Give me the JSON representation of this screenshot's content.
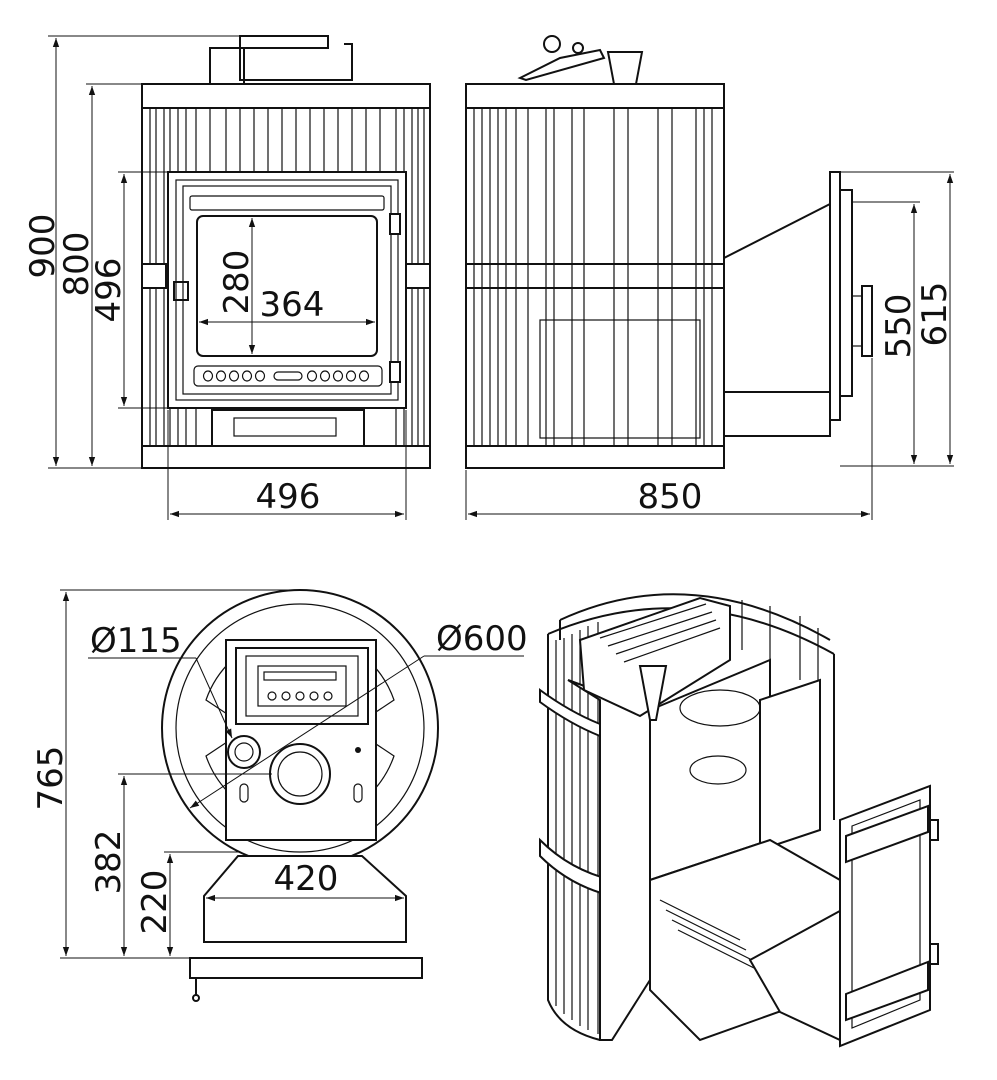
{
  "front_view": {
    "dim_height_total": "900",
    "dim_height_body": "800",
    "dim_height_door_frame": "496",
    "dim_glass_height": "280",
    "dim_glass_width": "364",
    "dim_width": "496"
  },
  "side_view": {
    "dim_length": "850",
    "dim_tunnel_inner": "550",
    "dim_tunnel_outer": "615"
  },
  "top_view": {
    "dim_chimney_diameter": "Ø115",
    "dim_body_diameter": "Ø600",
    "dim_depth": "765",
    "dim_chimney_offset": "382",
    "dim_tunnel_offset": "220",
    "dim_tunnel_width": "420"
  }
}
